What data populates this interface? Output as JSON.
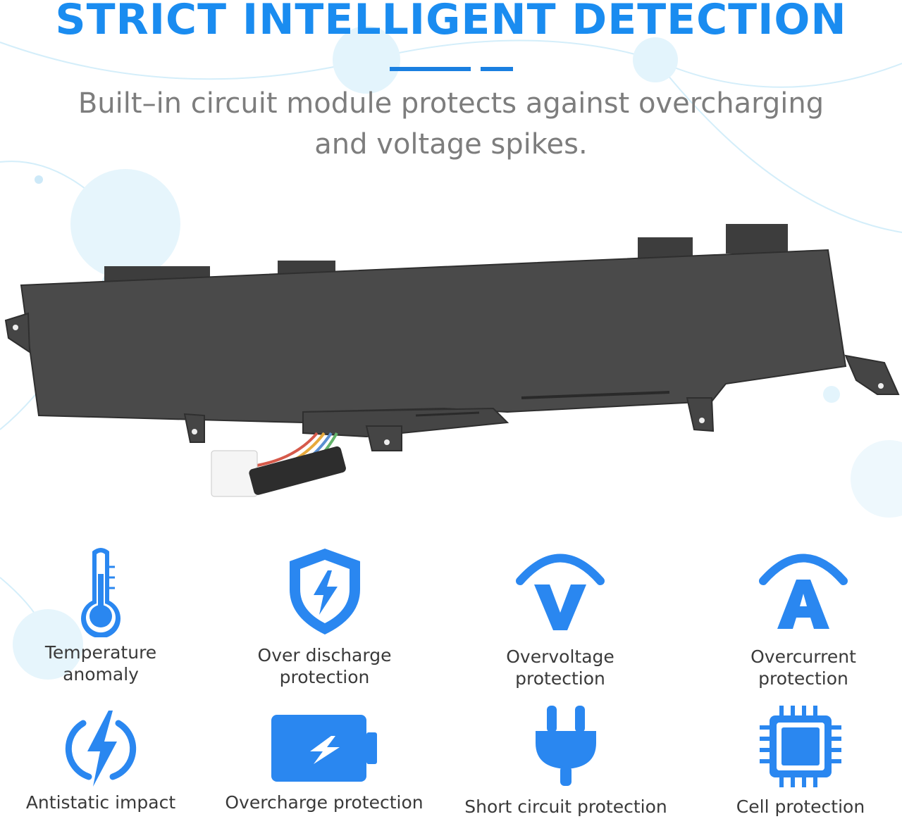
{
  "headline": "STRICT INTELLIGENT DETECTION",
  "subtitle_lines": [
    "Built–in circuit module protects against overcharging",
    "and voltage spikes."
  ],
  "colors": {
    "accent_blue": "#1a8cf0",
    "subtitle_gray": "#7d7d7d",
    "battery_body": "#4a4a4a",
    "bubble": "#e8f6fd"
  },
  "features": [
    {
      "icon": "thermometer-icon",
      "label": "Temperature anomaly"
    },
    {
      "icon": "lightning-shield-icon",
      "label": "Over discharge protection"
    },
    {
      "icon": "voltage-v-icon",
      "label": "Overvoltage protection"
    },
    {
      "icon": "current-a-icon",
      "label": "Overcurrent protection"
    },
    {
      "icon": "antistatic-bolt-icon",
      "label": "Antistatic impact"
    },
    {
      "icon": "battery-charge-icon",
      "label": "Overcharge protection"
    },
    {
      "icon": "plug-icon",
      "label": "Short circuit protection"
    },
    {
      "icon": "chip-icon",
      "label": "Cell protection"
    }
  ]
}
